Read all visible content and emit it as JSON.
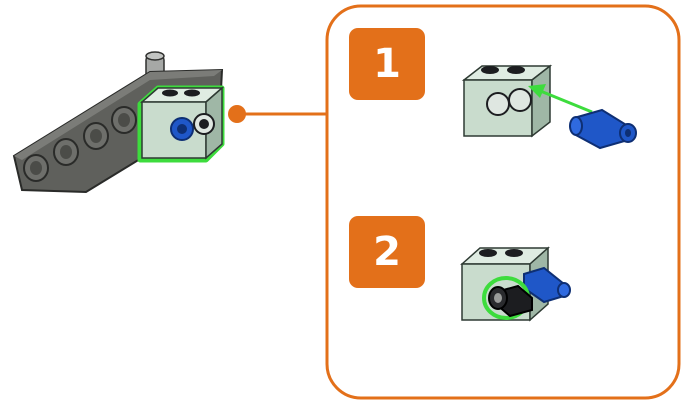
{
  "colors": {
    "accent": "#e3701a",
    "highlight": "#3ddc3d",
    "brick": "#c9dccd",
    "brick_dark": "#9fb7a6",
    "beam": "#5f605c",
    "pin_blue": "#1f57c8",
    "pin_black": "#1c1d20",
    "pin_grey": "#9a9c9a"
  },
  "steps": [
    {
      "number": "1",
      "description_icon": "insert-blue-pin-into-brick-hole"
    },
    {
      "number": "2",
      "description_icon": "brick-with-blue-and-black-pins-inserted"
    }
  ],
  "overview": {
    "icon": "beam-with-technic-brick-assembly"
  }
}
